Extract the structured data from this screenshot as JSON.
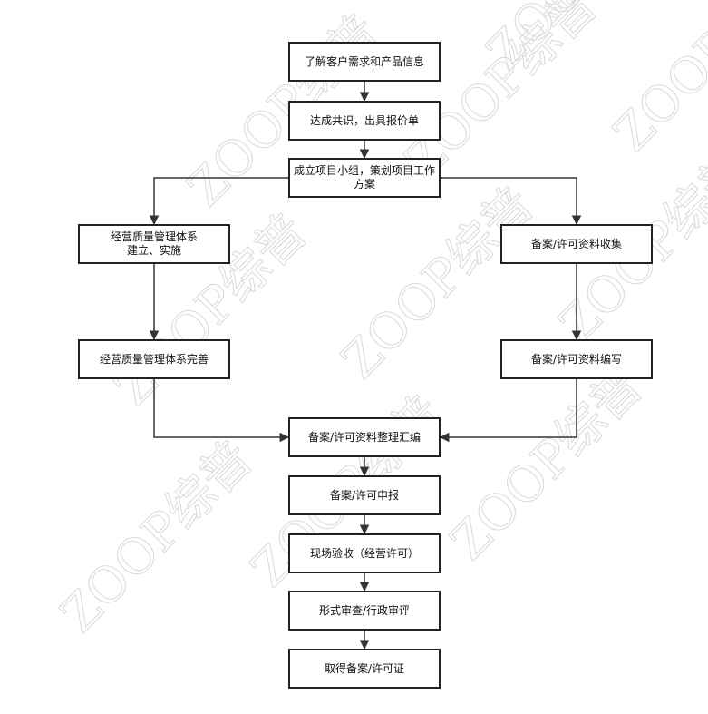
{
  "watermark": {
    "text": "ZOOP综普",
    "color": "#d9d9d9"
  },
  "colors": {
    "line": "#333333",
    "border": "#222222"
  },
  "nodes": {
    "n1": "了解客户需求和产品信息",
    "n2": "达成共识，出具报价单",
    "n3": "成立项目小组，策划项目工作方案",
    "n4a": "经营质量管理体系\n建立、实施",
    "n4b": "备案/许可资料收集",
    "n5a": "经营质量管理体系完善",
    "n5b": "备案/许可资料编写",
    "n6": "备案/许可资料整理汇编",
    "n7": "备案/许可申报",
    "n8": "现场验收（经营许可）",
    "n9": "形式审查/行政审评",
    "n10": "取得备案/许可证"
  }
}
